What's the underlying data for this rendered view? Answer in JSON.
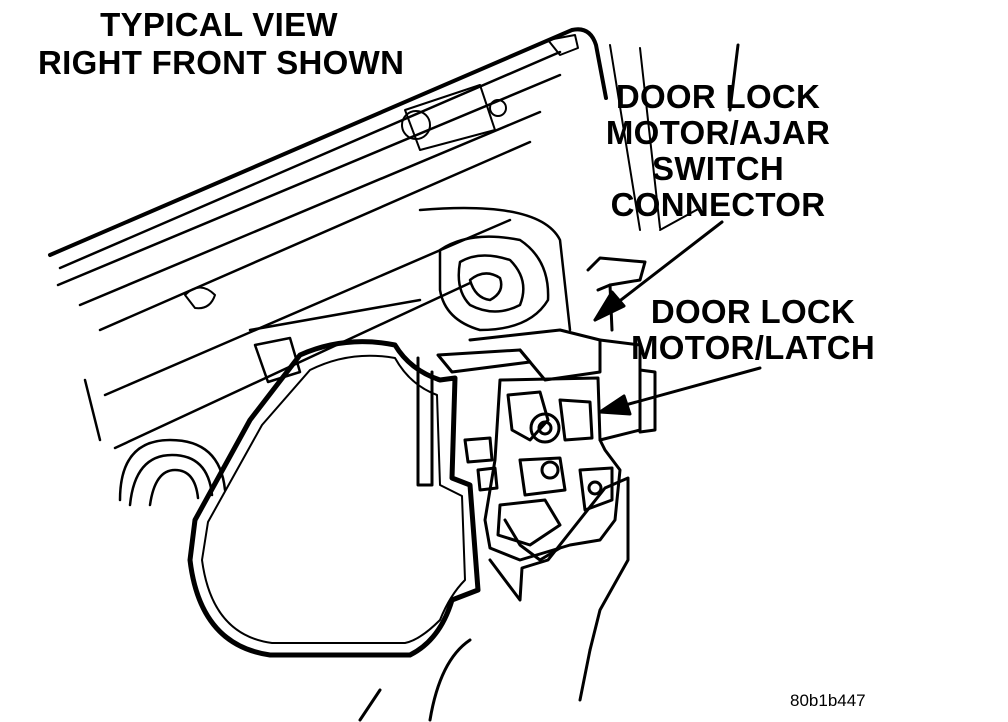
{
  "labels": {
    "view_line1": "TYPICAL VIEW",
    "view_line2": "RIGHT FRONT SHOWN",
    "connector_line1": "DOOR LOCK",
    "connector_line2": "MOTOR/AJAR",
    "connector_line3": "SWITCH",
    "connector_line4": "CONNECTOR",
    "latch_line1": "DOOR LOCK",
    "latch_line2": "MOTOR/LATCH"
  },
  "figure_id": "80b1b447",
  "colors": {
    "ink": "#000000",
    "paper": "#ffffff"
  }
}
